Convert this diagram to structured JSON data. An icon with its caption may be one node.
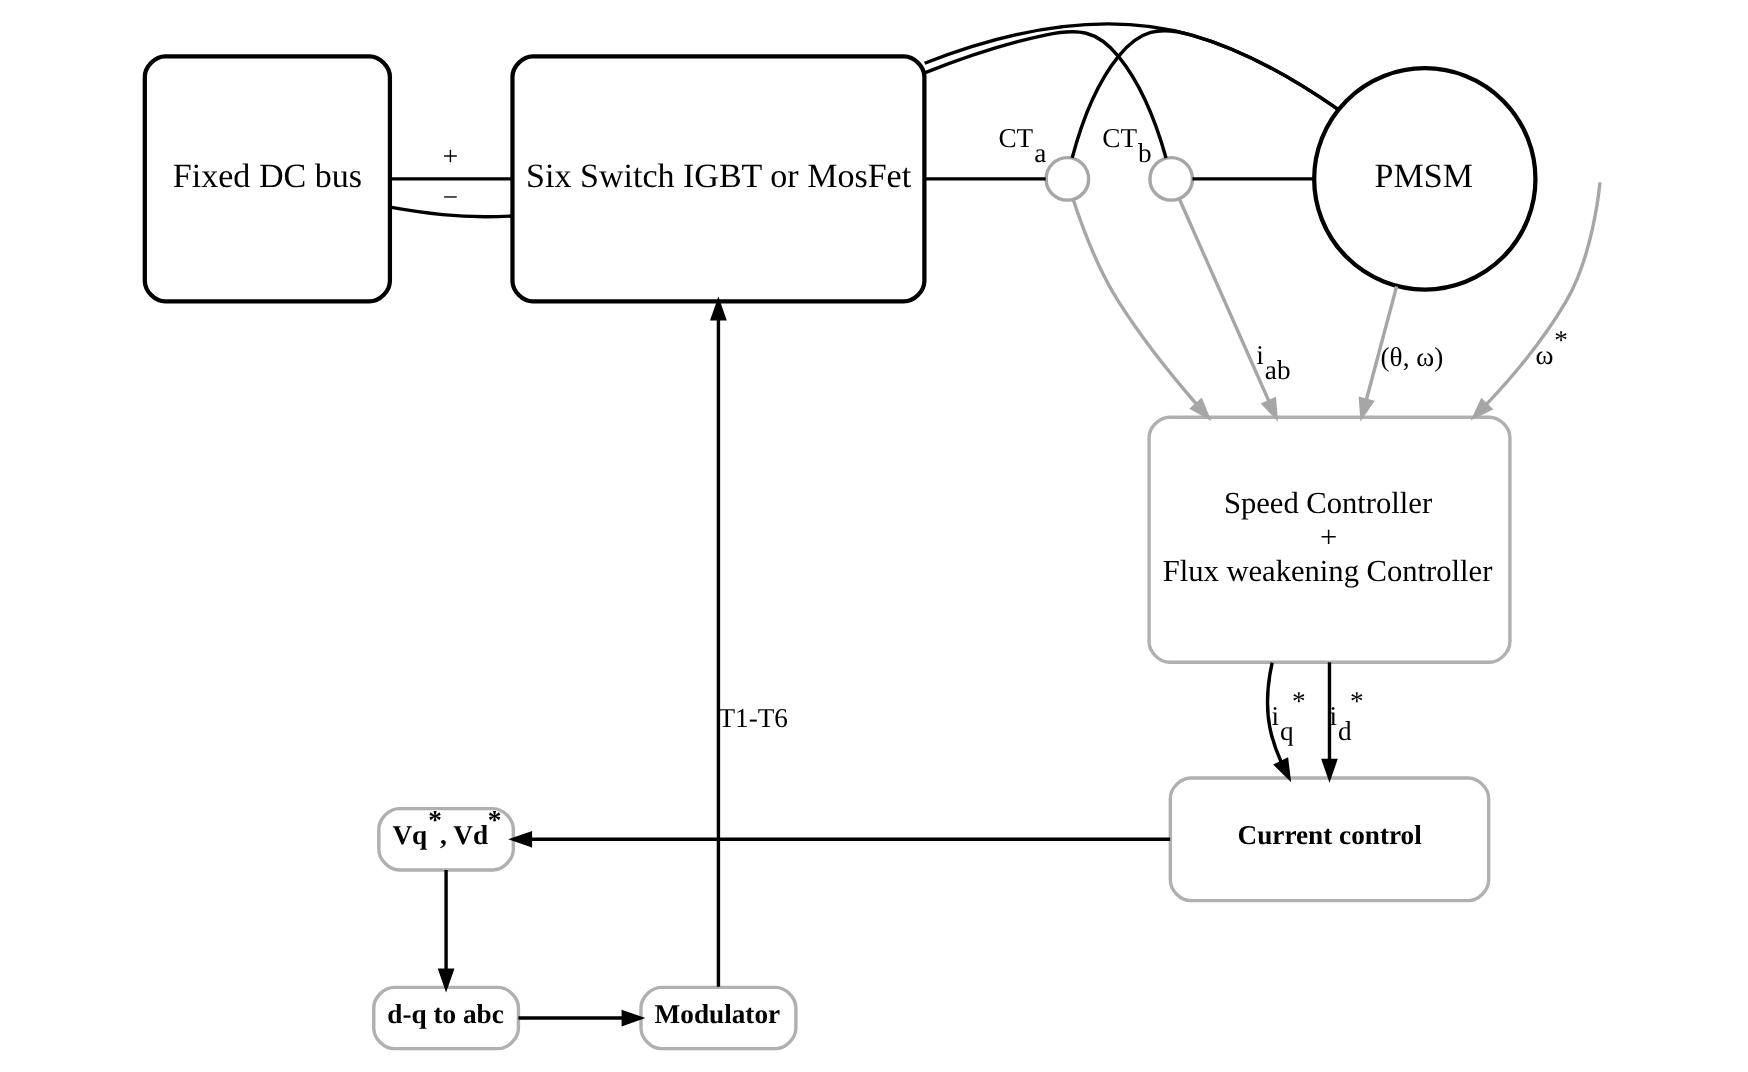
{
  "diagram": {
    "nodes": [
      {
        "text": [
          "Fixed DC bus"
        ]
      },
      {
        "text": [
          "Six Switch IGBT or MosFet"
        ]
      },
      {
        "text": [
          "PMSM"
        ]
      },
      {
        "text": [
          "CT$_{a}$"
        ]
      },
      {
        "text": [
          "CT$_{b}$"
        ]
      },
      {
        "text": [
          "Speed Controller",
          "+",
          "Flux weakening Controller"
        ]
      },
      {
        "text": [
          "Current control"
        ]
      },
      {
        "text": [
          "Vq$^{*}$, Vd$^{*}$"
        ]
      },
      {
        "text": [
          "d-q to abc"
        ]
      },
      {
        "text": [
          "Modulator"
        ]
      }
    ],
    "edges": [
      {
        "from": 0,
        "to": 1,
        "arrow": "none",
        "label": "+"
      },
      {
        "from": 0,
        "to": 1,
        "arrow": "none",
        "label": "−"
      },
      {
        "from": 1,
        "to": 3,
        "arrow": "none"
      },
      {
        "from": 3,
        "to": 2,
        "arrow": "none"
      },
      {
        "from": 1,
        "to": 4,
        "arrow": "none"
      },
      {
        "from": 4,
        "to": 2,
        "arrow": "none"
      },
      {
        "from": 1,
        "to": 2,
        "arrow": "none"
      },
      {
        "from": 3,
        "to": 5,
        "arrow": "to",
        "color": "#a6a6a6"
      },
      {
        "from": 4,
        "to": 5,
        "arrow": "to",
        "label": "i$_{ab}$",
        "color": "#a6a6a6"
      },
      {
        "from": 2,
        "to": 5,
        "arrow": "to",
        "label": "(θ, ω)",
        "color": "#a6a6a6"
      },
      {
        "from": null,
        "to": 5,
        "arrow": "to",
        "label": "ω$^{*}$",
        "color": "#a6a6a6"
      },
      {
        "from": 5,
        "to": 6,
        "arrow": "to",
        "label": "i$_{q}$$^{*}$"
      },
      {
        "from": 5,
        "to": 6,
        "arrow": "to",
        "label": "i$_{d}$$^{*}$"
      },
      {
        "from": 6,
        "to": 7,
        "arrow": "to"
      },
      {
        "from": 7,
        "to": 8,
        "arrow": "to"
      },
      {
        "from": 8,
        "to": 9,
        "arrow": "to"
      },
      {
        "from": 9,
        "to": 1,
        "arrow": "to",
        "label": "T1-T6"
      }
    ]
  }
}
